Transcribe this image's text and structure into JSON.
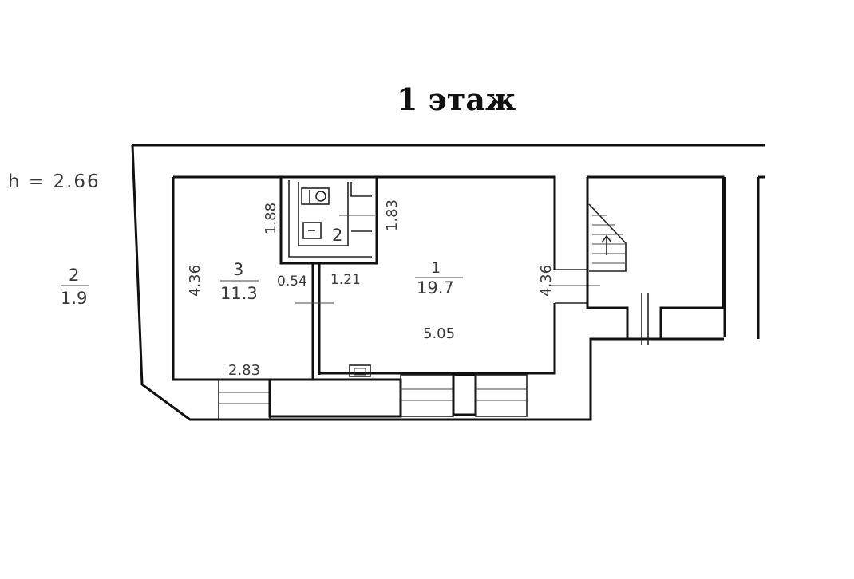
{
  "title": "1 этаж",
  "ceiling_height": "h = 2.66",
  "rooms": [
    {
      "number": "1",
      "area": "19.7",
      "width": "5.05",
      "height": "4.36"
    },
    {
      "number": "2",
      "area": "1.9",
      "width": "1.83",
      "depth": "1.88"
    },
    {
      "number": "3",
      "area": "11.3",
      "width": "2.83",
      "height": "4.36"
    }
  ],
  "dimensions": {
    "partition": "0.54",
    "passage": "1.21"
  },
  "legend_room_2": {
    "number": "2",
    "area": "1.9"
  }
}
